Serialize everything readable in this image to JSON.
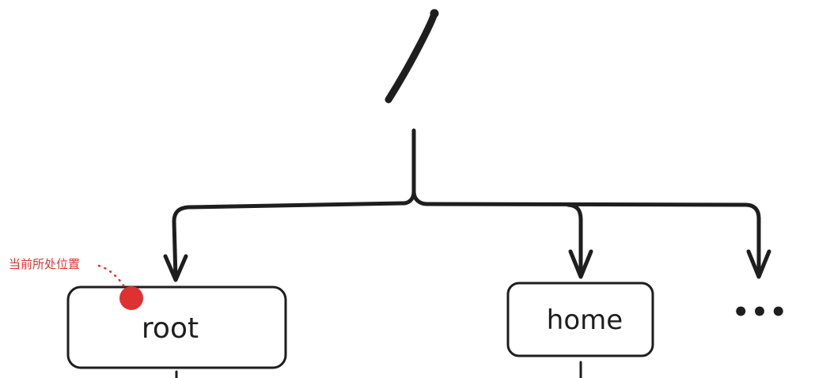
{
  "diagram": {
    "root_symbol": "/",
    "nodes": {
      "root_dir": "root",
      "home_dir": "home",
      "more": "•••"
    },
    "current_location": {
      "label": "当前所处位置",
      "color": "#e03131"
    },
    "colors": {
      "stroke": "#1e1e1e",
      "marker": "#e03131"
    }
  }
}
